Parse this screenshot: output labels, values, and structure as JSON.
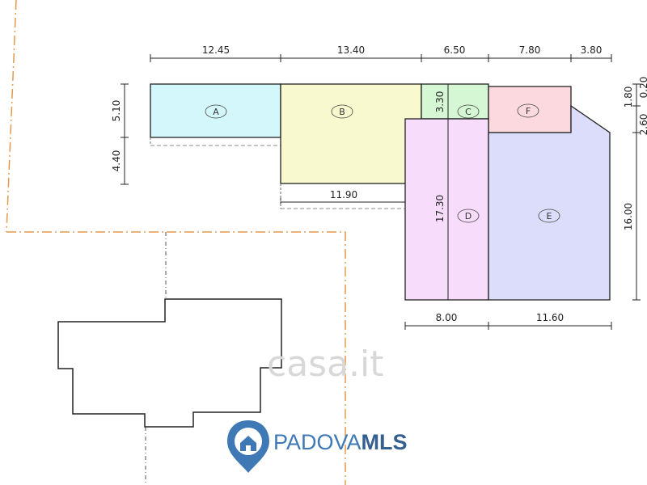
{
  "zones": [
    {
      "key": "a",
      "label": "A",
      "color": "#d4f7fb"
    },
    {
      "key": "b",
      "label": "B",
      "color": "#f9f9cf"
    },
    {
      "key": "c",
      "label": "C",
      "color": "#d6f7d3"
    },
    {
      "key": "d",
      "label": "D",
      "color": "#f7dcfb"
    },
    {
      "key": "e",
      "label": "E",
      "color": "#dcdcfb"
    },
    {
      "key": "f",
      "label": "F",
      "color": "#fbd9de"
    }
  ],
  "dimensions": {
    "top": [
      "12.45",
      "13.40",
      "6.50",
      "7.80",
      "3.80"
    ],
    "left": [
      "5.10",
      "4.40"
    ],
    "b_width": "11.90",
    "c_height": "3.30",
    "d_height": "17.30",
    "bottom": [
      "8.00",
      "11.60"
    ],
    "right": [
      "1.80",
      "16.00"
    ],
    "right_cut_1": "2.60",
    "right_cut_2": "0.20"
  },
  "watermark": "casa.it",
  "logo": {
    "part1": "PADOVA",
    "part2": "MLS"
  },
  "colors": {
    "boundary": "#e39a4e",
    "outline": "#222222",
    "logo_blue": "#3e79b5"
  }
}
